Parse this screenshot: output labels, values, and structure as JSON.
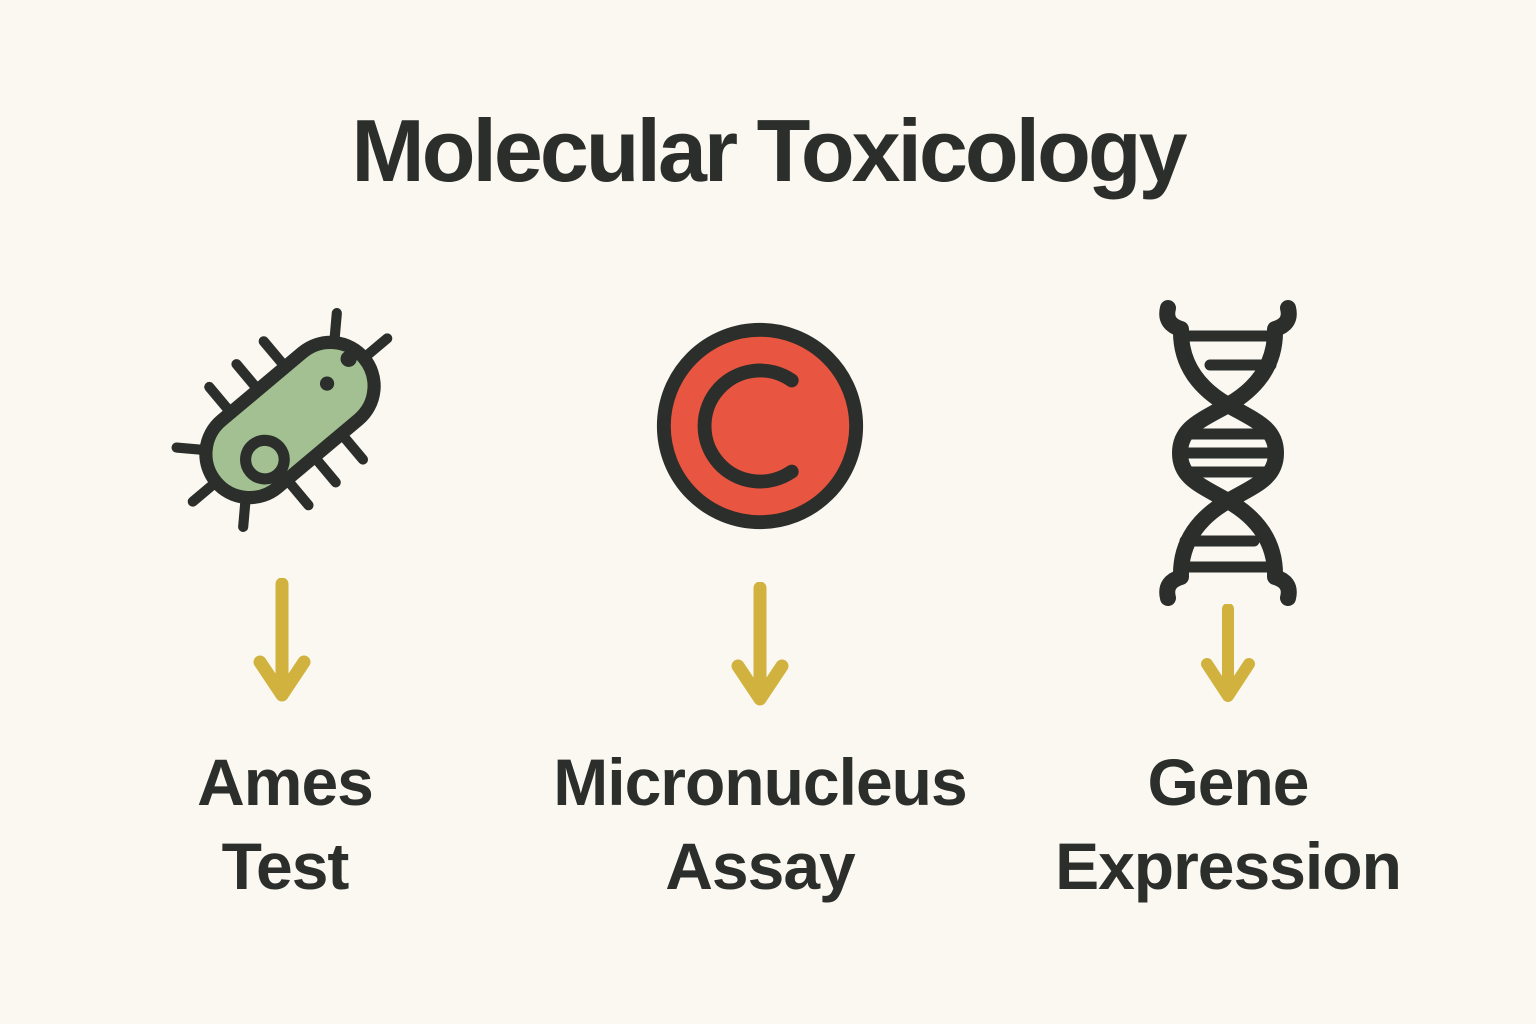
{
  "page": {
    "title": "Molecular Toxicology"
  },
  "colors": {
    "background": "#FAF8F1",
    "ink": "#2B2E2A",
    "arrow_yellow": "#D1B23E",
    "bacterium_green": "#A2C091",
    "blood_cell_red": "#E85540"
  },
  "items": [
    {
      "id": "ames-test",
      "icon": "bacterium-icon",
      "label_line1": "Ames",
      "label_line2": "Test"
    },
    {
      "id": "micronucleus-assay",
      "icon": "red-blood-cell-icon",
      "label_line1": "Micronucleus",
      "label_line2": "Assay"
    },
    {
      "id": "gene-expression",
      "icon": "dna-helix-icon",
      "label_line1": "Gene",
      "label_line2": "Expression"
    }
  ]
}
